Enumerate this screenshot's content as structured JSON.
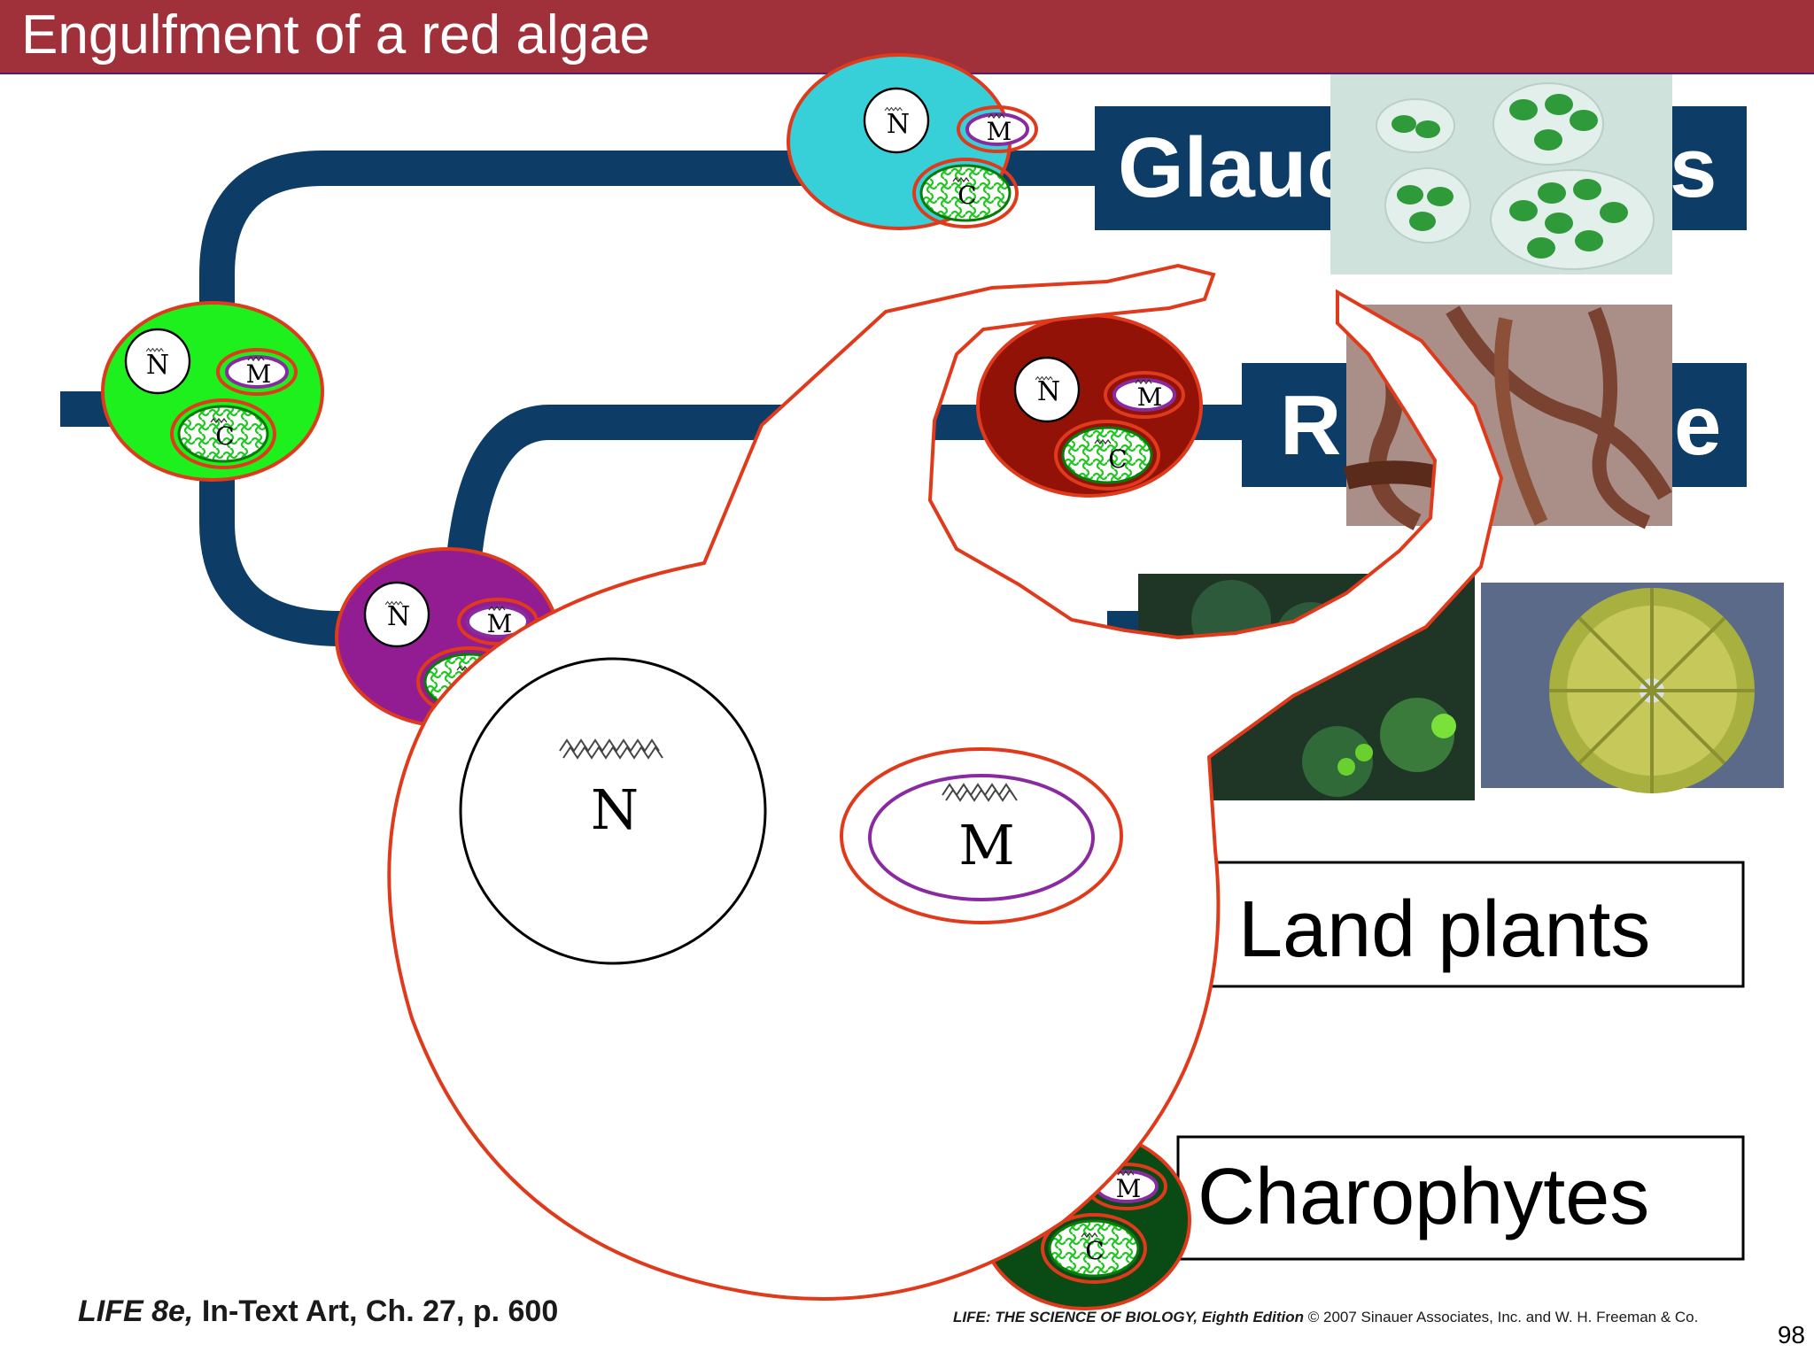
{
  "title": "Engulfment of a red algae",
  "slide_number": "98",
  "labels": {
    "glaucophytes": "Glauc",
    "glaucophytes_tail": "s",
    "red_algae": "R",
    "red_algae_tail": "e",
    "land_plants": "Land plants",
    "charophytes": "Charophytes"
  },
  "organelles": {
    "nucleus": "N",
    "mitochondrion": "M",
    "chloroplast": "C"
  },
  "credit_left_italic": "LIFE 8e,",
  "credit_left_rest": " In-Text Art, Ch. 27, p. 600",
  "credit_right_italic": "LIFE: THE SCIENCE OF BIOLOGY, Eighth Edition",
  "credit_right_rest": "  © 2007 Sinauer Associates, Inc. and W. H. Freeman & Co.",
  "colors": {
    "title_bar": "#a0303a",
    "tree_navy": "#0d3c66",
    "membrane_red": "#e03a1c",
    "glaucophyte_cell": "#38d0d8",
    "ancestor_cell": "#1ef01e",
    "green_cell": "#921d92",
    "red_alga_cell": "#921208",
    "charophyte_cell": "#0a4a14",
    "mito_purple": "#8a2aa0",
    "chloroplast_green": "#22b822"
  }
}
